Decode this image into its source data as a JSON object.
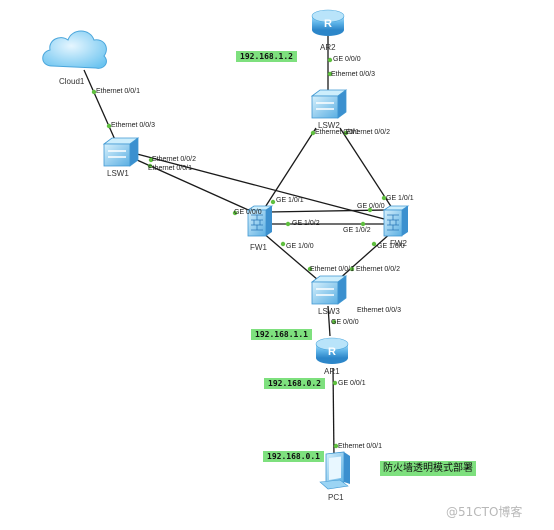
{
  "devices": {
    "cloud1": "Cloud1",
    "lsw1": "LSW1",
    "lsw2": "LSW2",
    "lsw3": "LSW3",
    "ar1": "AR1",
    "ar2": "AR2",
    "fw1": "FW1",
    "fw2": "FW2",
    "pc1": "PC1"
  },
  "ports": {
    "cloud1_eth": "Ethernet 0/0/1",
    "lsw1_up": "Ethernet 0/0/3",
    "lsw1_a": "Ethernet 0/0/2",
    "lsw1_b": "Ethernet 0/0/1",
    "ar2_ge": "GE 0/0/0",
    "lsw2_up": "Ethernet 0/0/3",
    "lsw2_a": "Ethernet 0/0/1",
    "lsw2_b": "Ethernet 0/0/2",
    "fw1_ge000": "GE 0/0/0",
    "fw1_ge101": "GE 1/0/1",
    "fw1_ge102": "GE 1/0/2",
    "fw1_ge100": "GE 1/0/0",
    "fw2_ge000": "GE 0/0/0",
    "fw2_ge101": "GE 1/0/1",
    "fw2_ge102": "GE 1/0/2",
    "fw2_ge100": "GE 1/0/0",
    "lsw3_a": "Ethernet 0/0/1",
    "lsw3_b": "Ethernet 0/0/2",
    "lsw3_c": "Ethernet 0/0/3",
    "ar1_ge000": "GE 0/0/0",
    "ar1_ge001": "GE 0/0/1",
    "pc1_eth": "Ethernet 0/0/1"
  },
  "ips": {
    "ar2_ip": "192.168.1.2",
    "ar1_ip1": "192.168.1.1",
    "ar1_ip2": "192.168.0.2",
    "pc1_ip": "192.168.0.1"
  },
  "note": "防火墙透明模式部署",
  "watermark": "@51CTO博客",
  "colors": {
    "link": "#1a1a1a",
    "port_dot": "#5fbf3f",
    "ip_bg": "#7ee07e",
    "device_blue": "#2f8fd6",
    "device_light": "#7cc8f2"
  },
  "icons": {
    "cloud1": "cloud-icon",
    "switch": "switch-icon",
    "router": "router-icon",
    "firewall": "firewall-icon",
    "pc": "pc-icon"
  }
}
